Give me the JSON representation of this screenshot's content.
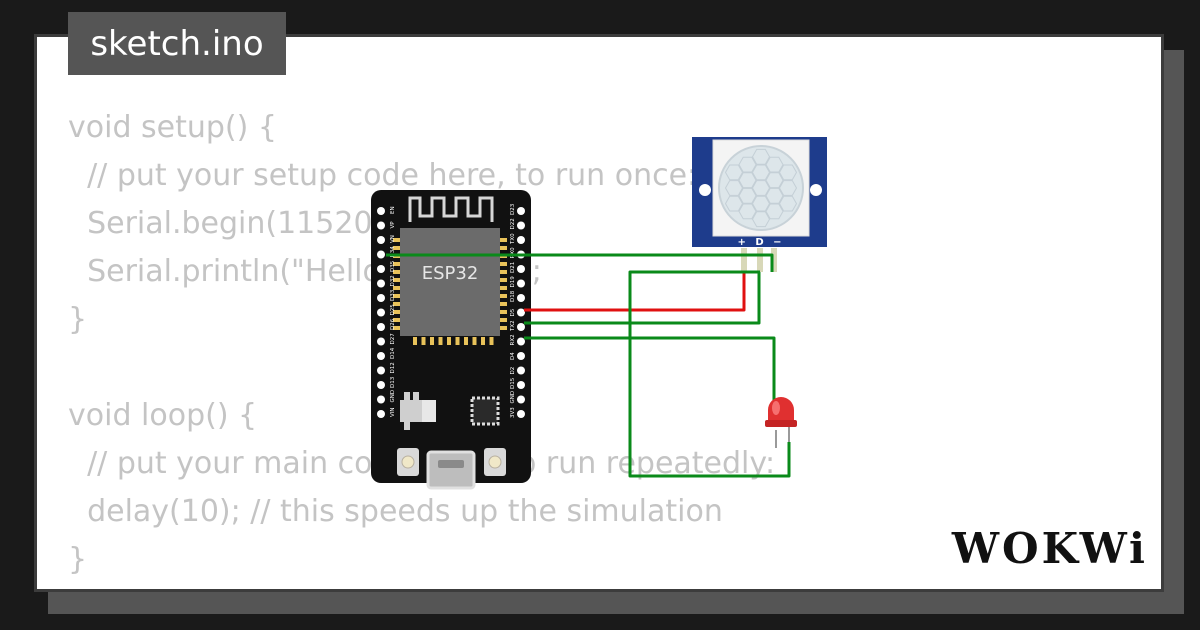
{
  "file_tab": {
    "label": "sketch.ino"
  },
  "code_lines": [
    "void setup() {",
    "  // put your setup code here, to run once:",
    "  Serial.begin(115200);",
    "  Serial.println(\"Hello, ESP32!\");",
    "}",
    "",
    "void loop() {",
    "  // put your main code here, to run repeatedly:",
    "  delay(10); // this speeds up the simulation",
    "}"
  ],
  "circuit": {
    "board_label": "ESP32",
    "pir_pins_label": "+ D −",
    "left_pin_labels": [
      "EN",
      "VP",
      "VN",
      "D34",
      "D35",
      "D32",
      "D33",
      "D25",
      "D26",
      "D27",
      "D14",
      "D12",
      "D13",
      "GND",
      "VIN"
    ],
    "right_pin_labels": [
      "D23",
      "D22",
      "TX0",
      "RX0",
      "D21",
      "D19",
      "D18",
      "D5",
      "TX2",
      "RX2",
      "D4",
      "D2",
      "D15",
      "GND",
      "3V3"
    ]
  },
  "brand": {
    "label": "WOKWi"
  },
  "colors": {
    "background": "#1a1a1a",
    "card": "#ffffff",
    "tab": "#555555",
    "code_text": "#c4c4c4",
    "board": "#111111",
    "pir_frame": "#1e3c8c",
    "wire_green": "#0a8a1a",
    "wire_red": "#e01010",
    "led_red": "#e03030"
  }
}
